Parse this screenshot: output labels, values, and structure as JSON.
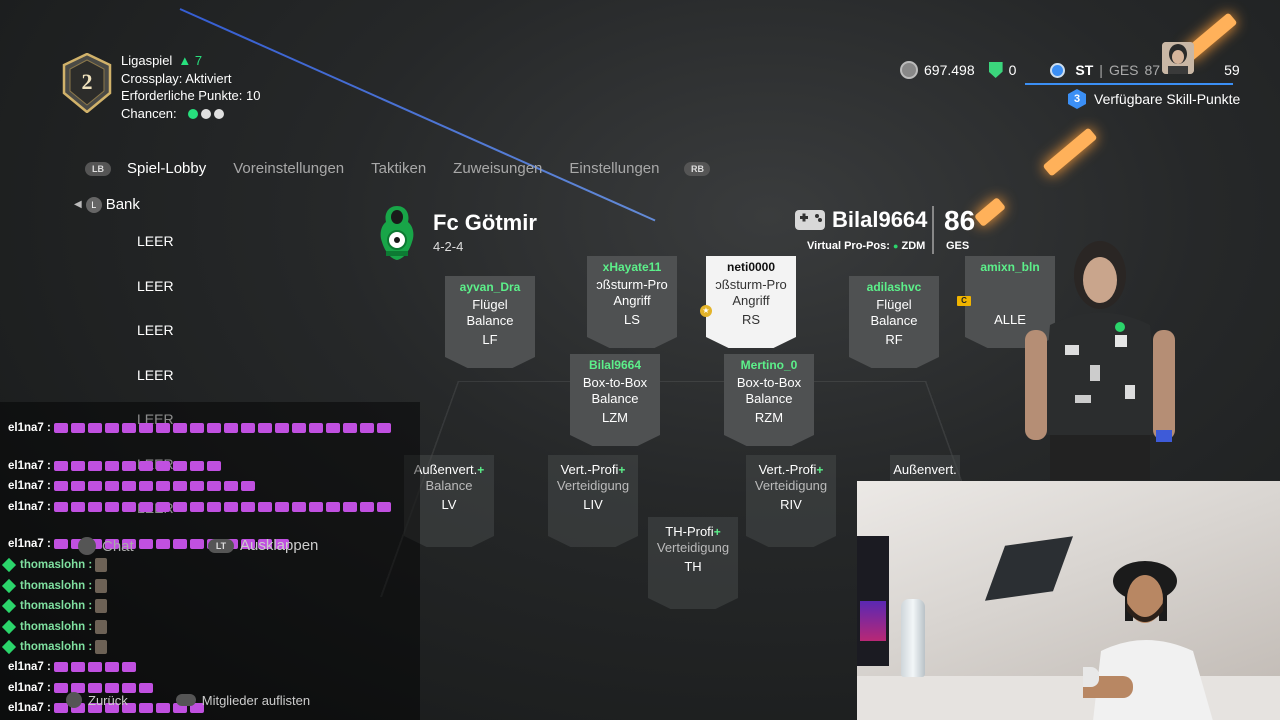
{
  "league": {
    "badge_number": "2",
    "mode": "Ligaspiel",
    "wins": "7",
    "crossplay": "Crossplay: Aktiviert",
    "required_points": "Erforderliche Punkte: 10",
    "chances_label": "Chancen:",
    "chances": [
      "#27e07d",
      "#e0e0e0",
      "#e0e0e0"
    ]
  },
  "top_right": {
    "coins": "697.498",
    "points": "0",
    "position": "ST",
    "ges_label": "GES",
    "ges_value": "87",
    "rating": "59",
    "skill_count": "3",
    "skill_label": "Verfügbare Skill-Punkte"
  },
  "nav": {
    "left_button": "LB",
    "right_button": "RB",
    "tabs": [
      "Spiel-Lobby",
      "Voreinstellungen",
      "Taktiken",
      "Zuweisungen",
      "Einstellungen"
    ]
  },
  "bank": {
    "button": "L",
    "label": "Bank",
    "slots": [
      "LEER",
      "LEER",
      "LEER",
      "LEER",
      "LEER",
      "LEER",
      "LEER"
    ]
  },
  "team": {
    "name": "Fc Götmir",
    "formation": "4-2-4"
  },
  "player": {
    "name": "Bilal9664",
    "ovr": "86",
    "ges": "GES",
    "vpp_label": "Virtual Pro-Pos:",
    "vpp_pos": "ZDM"
  },
  "cards": {
    "lf": {
      "name": "ayvan_Dra",
      "l2": "Flügel",
      "l3": "Balance",
      "pos": "LF"
    },
    "ls": {
      "name": "xHayate11",
      "l2": "ɔßsturm-Pro",
      "l3": "Angriff",
      "pos": "LS"
    },
    "rs": {
      "name": "neti0000",
      "l2": "ɔßsturm-Pro",
      "l3": "Angriff",
      "pos": "RS"
    },
    "rf": {
      "name": "adilashvc",
      "l2": "Flügel",
      "l3": "Balance",
      "pos": "RF"
    },
    "alle": {
      "name": "amixn_bln",
      "l2": "",
      "l3": "",
      "pos": "ALLE"
    },
    "lzm": {
      "name": "Bilal9664",
      "l2": "Box-to-Box",
      "l3": "Balance",
      "pos": "LZM"
    },
    "rzm": {
      "name": "Mertino_0",
      "l2": "Box-to-Box",
      "l3": "Balance",
      "pos": "RZM"
    },
    "lv": {
      "name": "",
      "l2": "Außenvert.",
      "l3": "Balance",
      "pos": "LV"
    },
    "liv": {
      "name": "",
      "l2": "Vert.-Profi",
      "l3": "Verteidigung",
      "pos": "LIV"
    },
    "riv": {
      "name": "",
      "l2": "Vert.-Profi",
      "l3": "Verteidigung",
      "pos": "RIV"
    },
    "rv": {
      "name": "",
      "l2": "Außenvert.",
      "l3": "",
      "pos": ""
    },
    "th": {
      "name": "",
      "l2": "TH-Profi",
      "l3": "Verteidigung",
      "pos": "TH"
    },
    "captain": "C"
  },
  "chat": {
    "lines": [
      {
        "user": "el1na7",
        "emotes": 21,
        "type": "pink"
      },
      {
        "user": "el1na7",
        "emotes": 10,
        "type": "pink"
      },
      {
        "user": "el1na7",
        "emotes": 12,
        "type": "pink"
      },
      {
        "user": "el1na7",
        "emotes": 21,
        "type": "pink"
      },
      {
        "user": "el1na7",
        "emotes": 14,
        "type": "pink"
      },
      {
        "user": "thomaslohn",
        "emotes": 1,
        "type": "green"
      },
      {
        "user": "thomaslohn",
        "emotes": 1,
        "type": "green"
      },
      {
        "user": "thomaslohn",
        "emotes": 1,
        "type": "green"
      },
      {
        "user": "thomaslohn",
        "emotes": 1,
        "type": "green"
      },
      {
        "user": "thomaslohn",
        "emotes": 1,
        "type": "green"
      },
      {
        "user": "el1na7",
        "emotes": 5,
        "type": "pink"
      },
      {
        "user": "el1na7",
        "emotes": 6,
        "type": "pink"
      },
      {
        "user": "el1na7",
        "emotes": 9,
        "type": "pink"
      }
    ],
    "chat_label": "Chat",
    "lt": "LT",
    "expand_label": "Ausklappen",
    "back_label": "Zurück",
    "list_members_label": "Mitglieder auflisten"
  }
}
